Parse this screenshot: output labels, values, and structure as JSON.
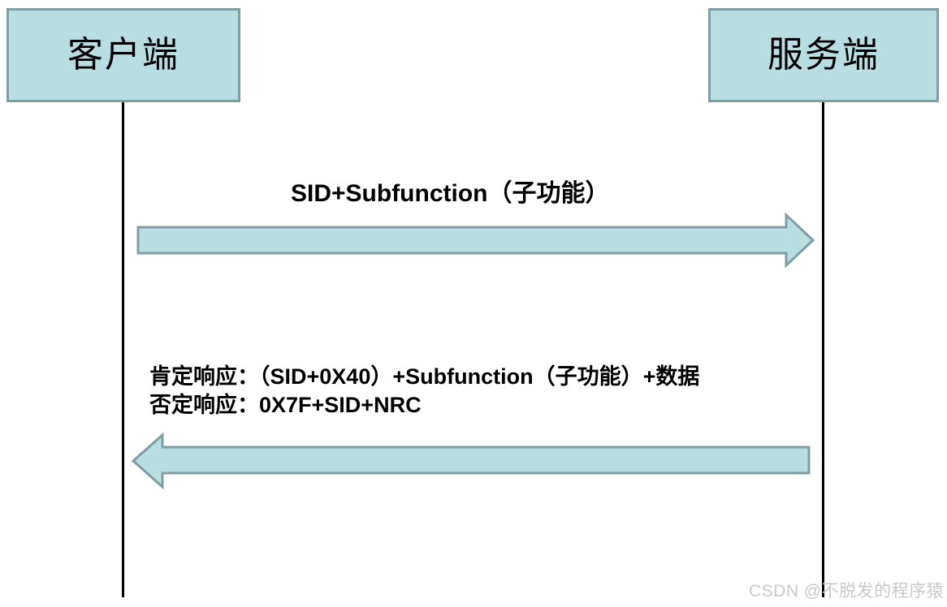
{
  "diagram": {
    "type": "sequence-diagram",
    "title": "UDS request/response sequence",
    "colors": {
      "box_fill": "#b9dee2",
      "box_border": "#7f9da5",
      "arrow_fill": "#b9dee2",
      "arrow_border": "#7f9da5",
      "lifeline": "#000000",
      "text": "#000000",
      "watermark": "#c9c9c9"
    },
    "participants": [
      {
        "id": "client",
        "label": "客户端"
      },
      {
        "id": "server",
        "label": "服务端"
      }
    ],
    "messages": [
      {
        "id": "request",
        "direction": "client-to-server",
        "label": "SID+Subfunction（子功能）"
      },
      {
        "id": "response",
        "direction": "server-to-client",
        "label_line1": "肯定响应：（SID+0X40）+Subfunction（子功能）+数据",
        "label_line2": "否定响应：0X7F+SID+NRC"
      }
    ]
  },
  "watermark": {
    "text": "CSDN @不脱发的程序猿"
  }
}
